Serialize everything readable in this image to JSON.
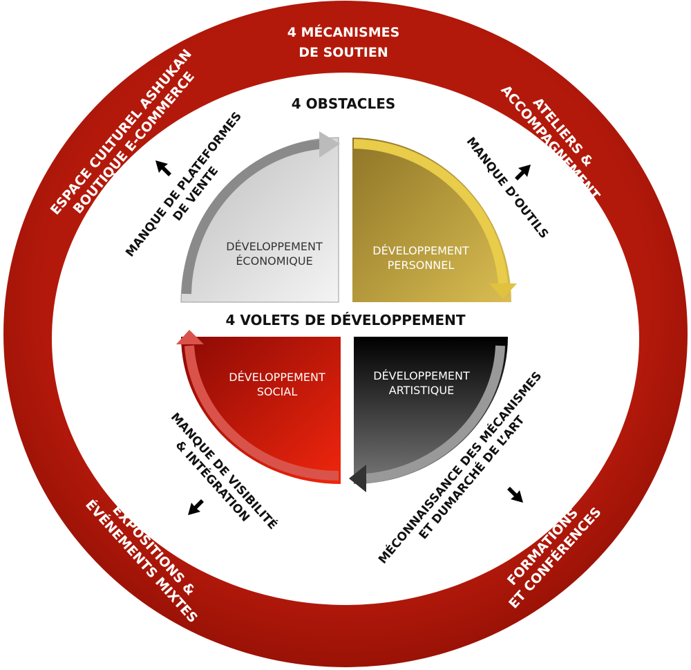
{
  "title": {
    "line1": "4 MÉCANISMES",
    "line2": "DE SOUTIEN"
  },
  "obstacles_heading": "4 OBSTACLES",
  "volets_heading": "4 VOLETS DE DÉVELOPPEMENT",
  "quadrants": [
    {
      "line1": "DÉVELOPPEMENT",
      "line2": "ÉCONOMIQUE",
      "color": "#d9d9d9"
    },
    {
      "line1": "DÉVELOPPEMENT",
      "line2": "PERSONNEL",
      "color": "#c7a83c"
    },
    {
      "line1": "DÉVELOPPEMENT",
      "line2": "SOCIAL",
      "color": "#c8160a"
    },
    {
      "line1": "DÉVELOPPEMENT",
      "line2": "ARTISTIQUE",
      "color": "#1a1a1a"
    }
  ],
  "obstacles": [
    {
      "line1": "MANQUE DE PLATEFORMES",
      "line2": "DE VENTE"
    },
    {
      "line1": "MANQUE D’OUTILS",
      "line2": ""
    },
    {
      "line1": "MANQUE DE VISIBILITÉ",
      "line2": "& INTÉGRATION"
    },
    {
      "line1": "MÉCONNAISSANCE DES MÉCANISMES",
      "line2": "ET DUMARCHÉ DE L’ART"
    }
  ],
  "mechanisms": [
    {
      "line1": "ESPACE CULTUREL ASHUKAN",
      "line2": "BOUTIQUE E-COMMERCE"
    },
    {
      "line1": "ATELIERS &",
      "line2": "ACCOMPAGNEMENT"
    },
    {
      "line1": "EXPOSITIONS &",
      "line2": "ÉVÉNEMENTS MIXTES"
    },
    {
      "line1": "FORMATIONS",
      "line2": "ET CONFÉRENCES"
    }
  ],
  "colors": {
    "ring": "#b01a0c",
    "ring_dark": "#8c0f05"
  }
}
